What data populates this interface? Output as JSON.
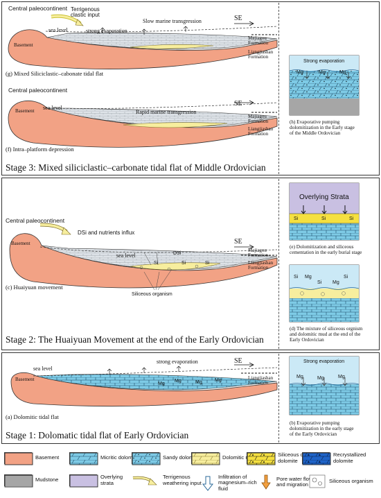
{
  "colors": {
    "basement": "#f2a285",
    "dolomite": "#7ecbe6",
    "mud": "#f7ee9e",
    "overlying": "#c9c0e2",
    "water": "#cbe9f6"
  },
  "stage3": {
    "g_central": "Central paleocontinent",
    "g_terrigenous": "Terrigenous\nclastic input",
    "g_sea_level": "sea level",
    "g_evaporation": "strong evaporation",
    "g_transgression": "Slow marine transgression",
    "g_se": "SE",
    "g_majiagou": "Majiagou\nFormation",
    "g_liangjiashan": "Liangjiashan\nFormation",
    "g_basement": "Basement",
    "g_caption": "(g) Mixed Siliciclastic–cabonate tidal flat",
    "f_central": "Central paleocontinent",
    "f_sea_level": "sea level",
    "f_transgression": "Rapid marine transgression",
    "f_se": "SE",
    "f_majiagou": "Majiagou\nFormation",
    "f_liangjiashan": "Liangjiashan\nFormation",
    "f_basement": "Basement",
    "f_caption": "(f) Intra–platform depression",
    "h_evaporation": "Strong evaporation",
    "h_mg": "Mg",
    "h_caption": "(h) Evaporative pumping\ndolomitization in the Early stage\nof the Middle Ordovician",
    "title": "Stage 3:  Mixed siliciclastic–carbonate tidal flat of Middle Ordovician"
  },
  "stage2": {
    "central": "Central paleocontinent",
    "dsi_influx": "DSi and nutrients influx",
    "sea_level": "sea level",
    "dsi": "DSi",
    "si": "Si",
    "siliceous": "Siliceous organism",
    "se": "SE",
    "majiagou": "Majiagou\nFormation",
    "liangjiashan": "Liangjiashan\nFormation",
    "basement": "Basement",
    "caption_c": "(c) Huaiyuan movement",
    "overlying": "Overlying Strata",
    "e_si": "Si",
    "caption_e": "(e) Dolomitization and siliceous\ncementation in the early burial stage",
    "d_si": "Si",
    "d_mg": "Mg",
    "caption_d": "(d) The mixture of siliceous orgnism\nand dolomitic mud at the end of the\nEarly Ordovician",
    "title": "Stage 2: The Huaiyuan Movement at the end of the Early Ordovician"
  },
  "stage1": {
    "sea_level": "sea level",
    "evaporation": "strong evaporation",
    "se": "SE",
    "mg": "Mg",
    "liangjiashan": "Liangjiashan\nFormation",
    "basement": "Basement",
    "caption_a": "(a) Dolomitic tidal flat",
    "b_evaporation": "Strong evaporation",
    "b_mg": "Mg",
    "caption_b": "(b) Evaporative pumping\ndolomitization in the early stage\nof the Early Ordovician",
    "title": "Stage 1: Dolomatic tidal flat of Early Ordovician"
  },
  "legend": [
    {
      "label": "Basement",
      "icon": "basement-swatch"
    },
    {
      "label": "Micritic dolomite",
      "icon": "micritic-dolomite-swatch"
    },
    {
      "label": "Sandy dolomite",
      "icon": "sandy-dolomite-swatch"
    },
    {
      "label": "Dolomitic mud",
      "icon": "dolomitic-mud-swatch"
    },
    {
      "label": "Siliceous cemented\ndolomite",
      "icon": "siliceous-cemented-swatch"
    },
    {
      "label": "Recrystallized\ndolomite",
      "icon": "recrystallized-dolomite-swatch"
    },
    {
      "label": "Mudstone",
      "icon": "mudstone-swatch"
    },
    {
      "label": "Overlying\nstrata",
      "icon": "overlying-strata-swatch"
    },
    {
      "label": "Terrigenous\nweathering input",
      "icon": "weathering-arrow-icon"
    },
    {
      "label": "Infiltration of\nmagnesium–rich\nfluid",
      "icon": "infiltration-arrow-icon"
    },
    {
      "label": "Pore water flow\nand migration",
      "icon": "pore-water-arrow-icon"
    },
    {
      "label": "Siliceous organism",
      "icon": "siliceous-organism-icon"
    }
  ]
}
